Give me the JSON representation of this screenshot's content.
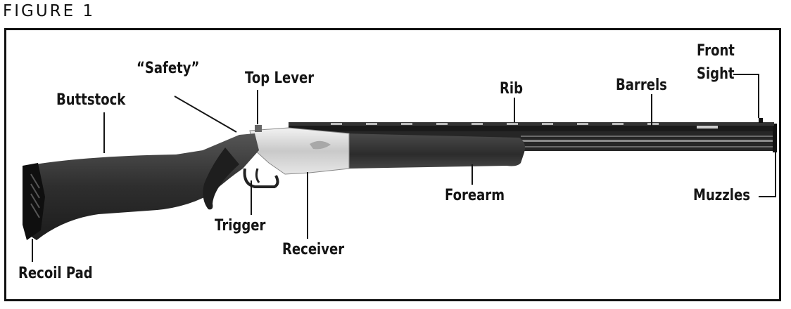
{
  "figure": {
    "title": "FIGURE 1"
  },
  "labels": {
    "safety": "“Safety”",
    "top_lever": "Top Lever",
    "buttstock": "Buttstock",
    "rib": "Rib",
    "barrels": "Barrels",
    "front_sight_line1": "Front",
    "front_sight_line2": "Sight",
    "forearm": "Forearm",
    "muzzles": "Muzzles",
    "trigger": "Trigger",
    "receiver": "Receiver",
    "recoil_pad": "Recoil Pad"
  },
  "colors": {
    "ink": "#151515",
    "stock": "#3a3a3a",
    "receiver": "#cfcfcf"
  }
}
